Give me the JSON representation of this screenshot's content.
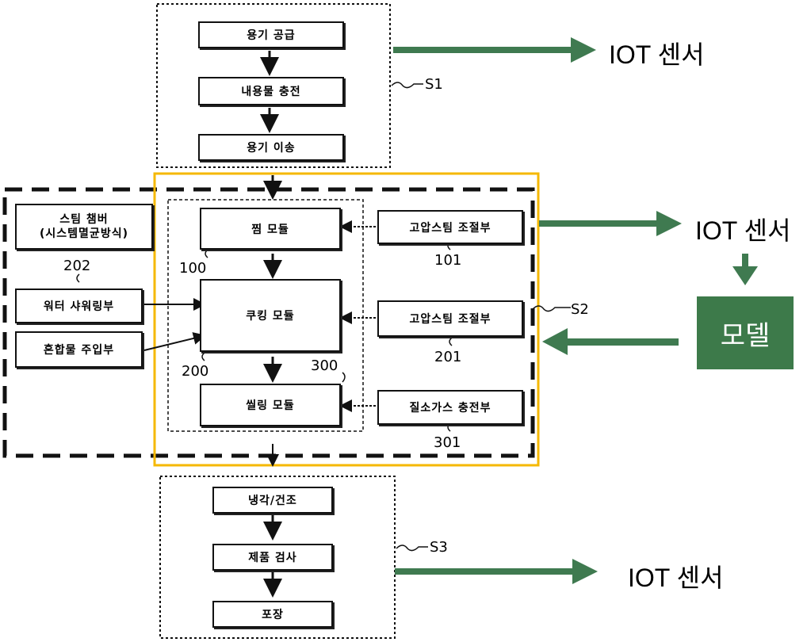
{
  "colors": {
    "arrow_green": "#3f7a50",
    "model_fill": "#3d7a4a",
    "highlight": "#f5b800",
    "ink": "#111111"
  },
  "steps": {
    "s1_supply": "용기 공급",
    "s1_fill": "내용물 충전",
    "s1_transfer": "용기 이송",
    "steam_module": "찜 모듈",
    "cooking_module": "쿠킹 모듈",
    "sealing_module": "씰링 모듈",
    "hp_steam_1": "고압스팀 조절부",
    "hp_steam_2": "고압스팀 조절부",
    "nitrogen": "질소가스 충전부",
    "steam_chamber_line1": "스팀 챔버",
    "steam_chamber_line2": "(시스템멸균방식)",
    "water_shower": "워터 샤워링부",
    "mix_injection": "혼합물 주입부",
    "s3_cool": "냉각/건조",
    "s3_inspect": "제품 검사",
    "s3_pack": "포장"
  },
  "refs": {
    "s1": "S1",
    "s2": "S2",
    "s3": "S3",
    "r100": "100",
    "r101": "101",
    "r200": "200",
    "r201": "201",
    "r202": "202",
    "r300": "300",
    "r301": "301"
  },
  "iot": {
    "top": "IOT 센서",
    "middle": "IOT 센서",
    "bottom": "IOT 센서"
  },
  "model": {
    "label": "모델"
  }
}
